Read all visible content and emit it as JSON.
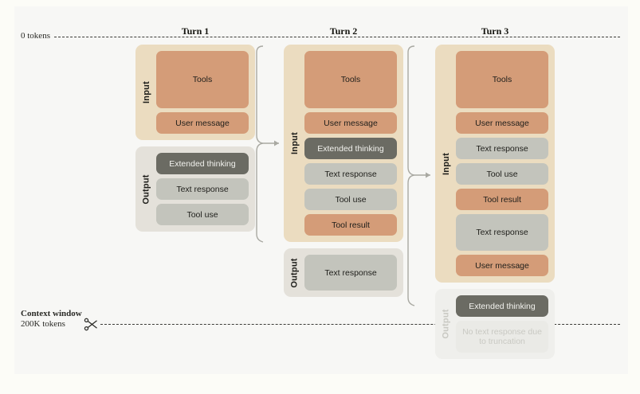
{
  "diagram": {
    "title_row": {
      "turns": [
        "Turn 1",
        "Turn 2",
        "Turn 3"
      ]
    },
    "axis": {
      "zero_label": "0 tokens",
      "context_title": "Context window",
      "context_sub": "200K tokens",
      "scissors_icon": "scissors-icon"
    },
    "labels": {
      "input": "Input",
      "output": "Output"
    },
    "colors": {
      "page_background": "#FCFCF7",
      "panel_background": "#F7F7F5",
      "input_container": "#EBDCC0",
      "output_container": "#E4E1DA",
      "terracotta_block": "#D49C78",
      "gray_block": "#C3C4BC",
      "dark_block": "#6B6B63",
      "faded_container": "#EFEFEC",
      "faded_block": "#EAEAE6",
      "dashed_line": "#3B3B37",
      "connector": "#A9A9A2"
    },
    "turns": [
      {
        "name": "Turn 1",
        "groups": [
          {
            "label": "Input",
            "kind": "input",
            "blocks": [
              {
                "text": "Tools",
                "style": "terracotta",
                "size": "h-tall"
              },
              {
                "text": "User message",
                "style": "terracotta",
                "size": "h-std"
              }
            ]
          },
          {
            "label": "Output",
            "kind": "output",
            "blocks": [
              {
                "text": "Extended thinking",
                "style": "dark",
                "size": "h-std"
              },
              {
                "text": "Text response",
                "style": "gray",
                "size": "h-std"
              },
              {
                "text": "Tool use",
                "style": "gray",
                "size": "h-std"
              }
            ]
          }
        ]
      },
      {
        "name": "Turn 2",
        "groups": [
          {
            "label": "Input",
            "kind": "input",
            "blocks": [
              {
                "text": "Tools",
                "style": "terracotta",
                "size": "h-tall"
              },
              {
                "text": "User message",
                "style": "terracotta",
                "size": "h-std"
              },
              {
                "text": "Extended thinking",
                "style": "dark",
                "size": "h-std"
              },
              {
                "text": "Text response",
                "style": "gray",
                "size": "h-std"
              },
              {
                "text": "Tool use",
                "style": "gray",
                "size": "h-std"
              },
              {
                "text": "Tool result",
                "style": "terracotta",
                "size": "h-std"
              }
            ]
          },
          {
            "label": "Output",
            "kind": "output",
            "blocks": [
              {
                "text": "Text response",
                "style": "gray",
                "size": "h-out"
              }
            ]
          }
        ]
      },
      {
        "name": "Turn 3",
        "groups": [
          {
            "label": "Input",
            "kind": "input",
            "blocks": [
              {
                "text": "Tools",
                "style": "terracotta",
                "size": "h-tall"
              },
              {
                "text": "User message",
                "style": "terracotta",
                "size": "h-std"
              },
              {
                "text": "Text response",
                "style": "gray",
                "size": "h-std"
              },
              {
                "text": "Tool use",
                "style": "gray",
                "size": "h-std"
              },
              {
                "text": "Tool result",
                "style": "terracotta",
                "size": "h-std"
              },
              {
                "text": "Text response",
                "style": "gray",
                "size": "h-mid"
              },
              {
                "text": "User message",
                "style": "terracotta",
                "size": "h-std"
              }
            ]
          },
          {
            "label": "Output",
            "kind": "output",
            "faded": true,
            "blocks": [
              {
                "text": "Extended thinking",
                "style": "dark",
                "size": "h-std"
              },
              {
                "text": "No text response due to truncation",
                "style": "faded-block",
                "size": "h-two"
              }
            ]
          }
        ]
      }
    ]
  }
}
